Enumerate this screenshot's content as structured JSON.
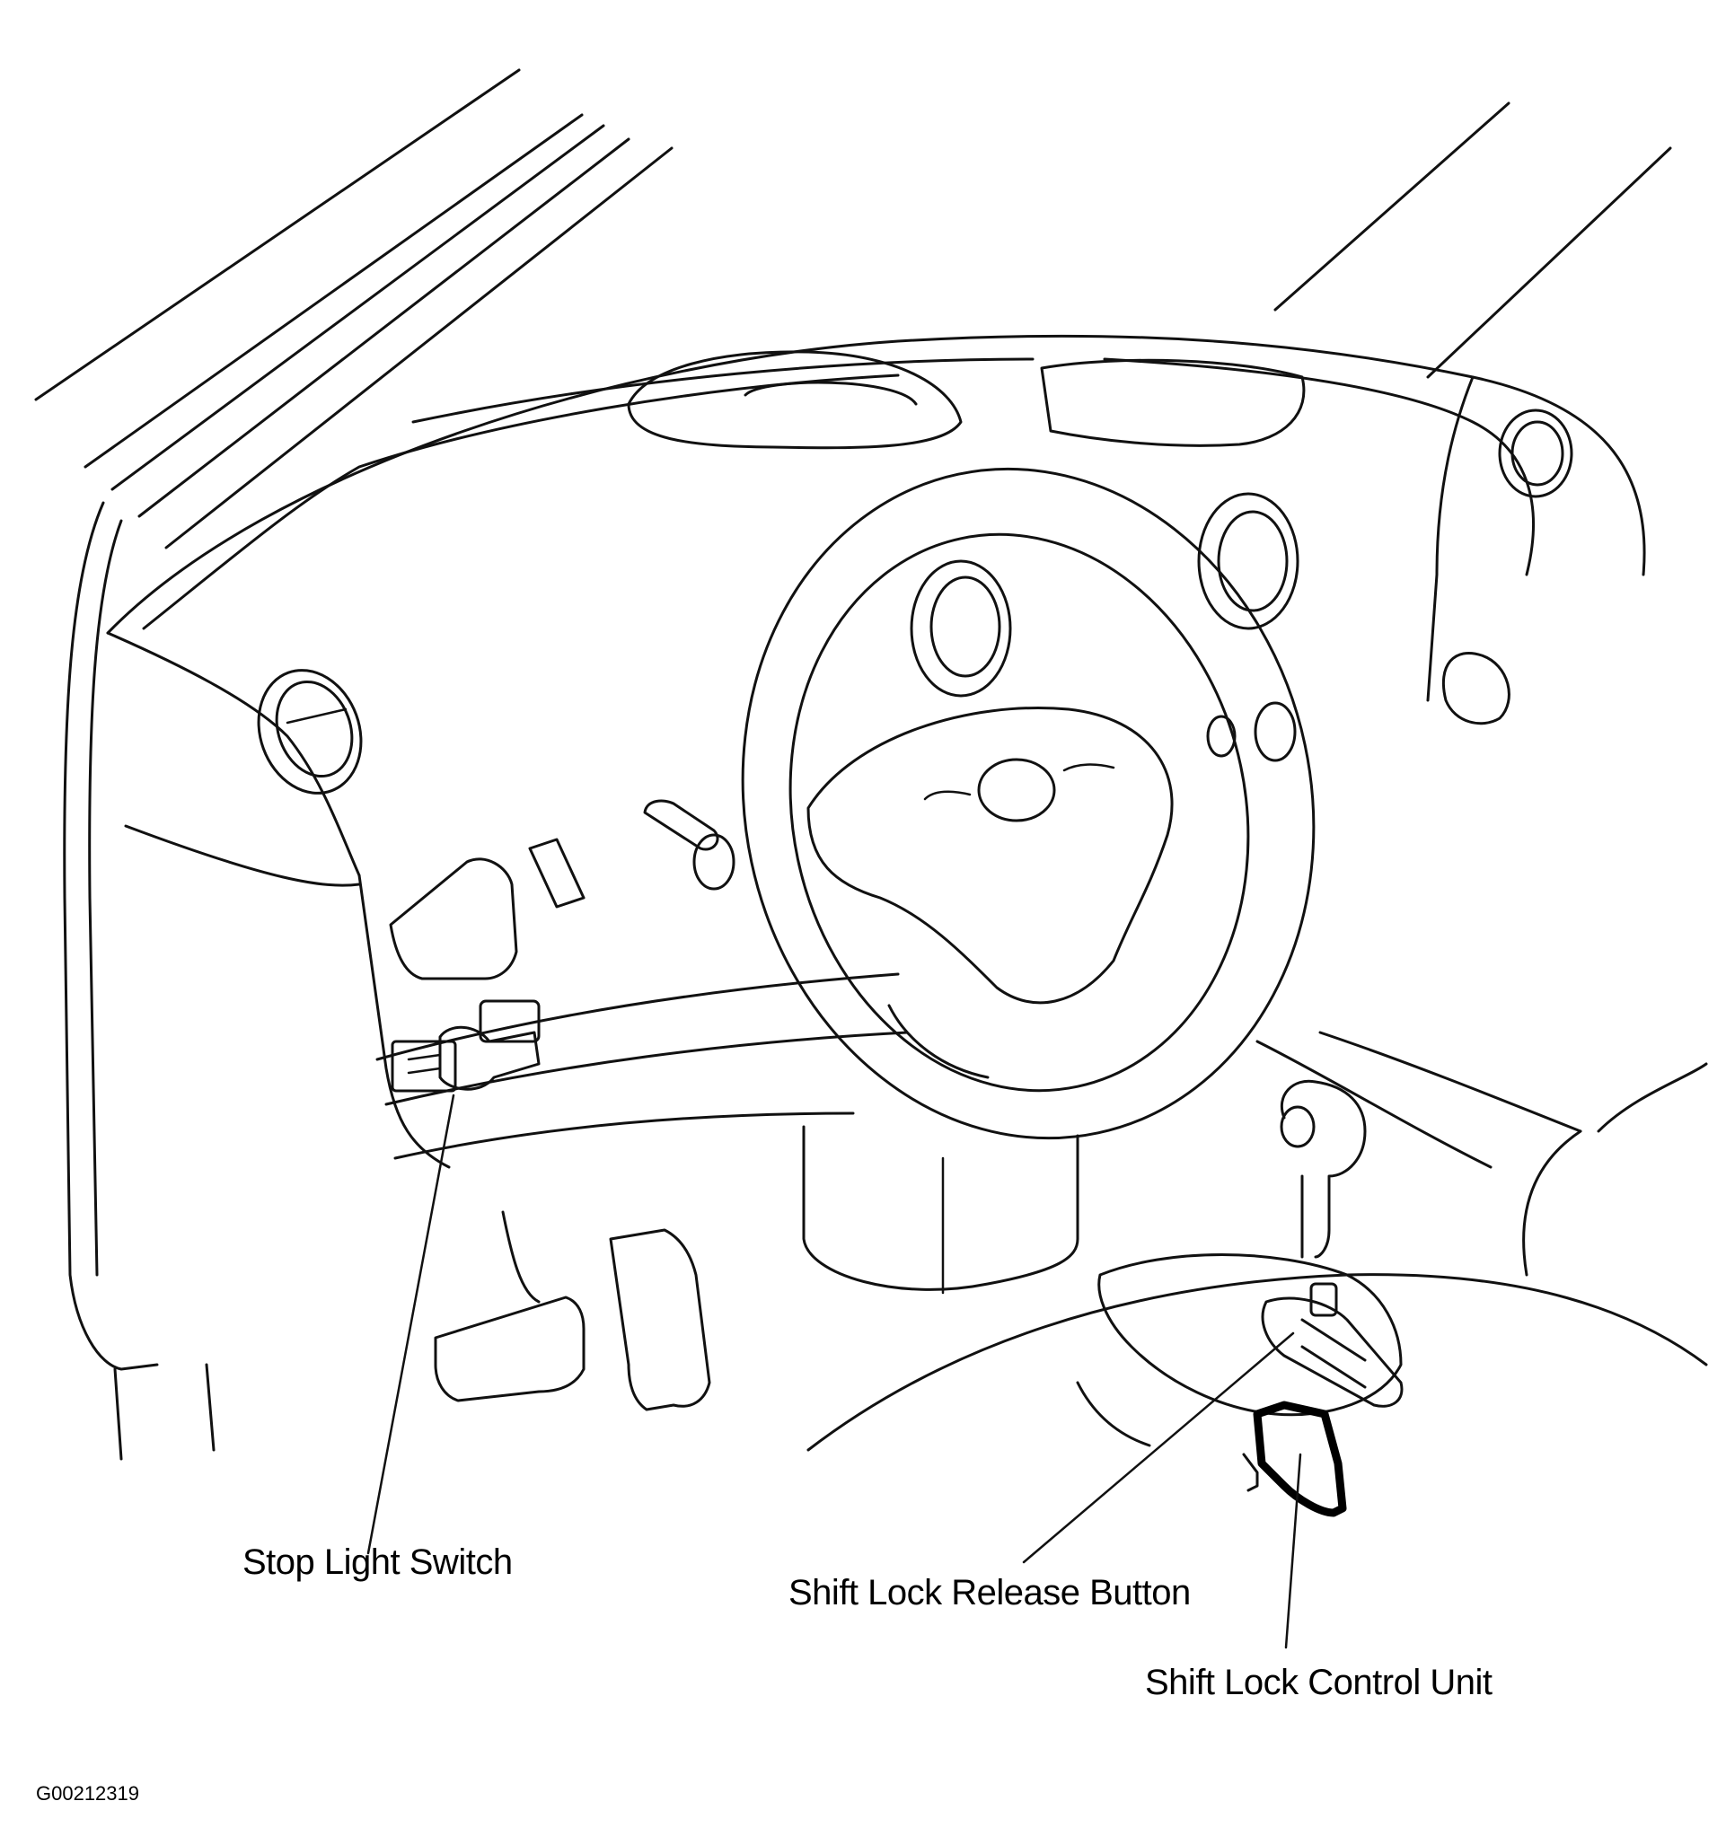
{
  "callouts": {
    "stop_light_switch": "Stop Light Switch",
    "shift_lock_release_button": "Shift Lock Release Button",
    "shift_lock_control_unit": "Shift Lock Control Unit"
  },
  "figure_id": "G00212319"
}
